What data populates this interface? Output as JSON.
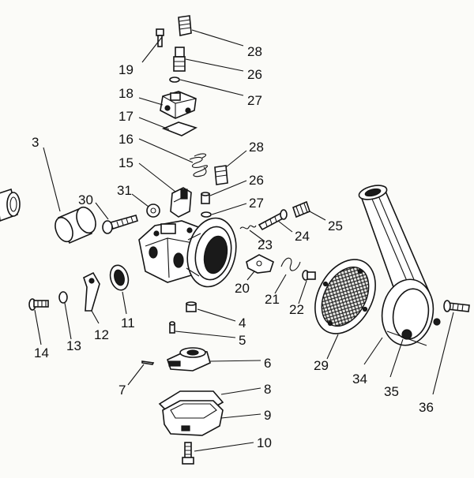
{
  "diagram": {
    "title": "",
    "callouts": [
      {
        "id": "c-28a",
        "label": "28"
      },
      {
        "id": "c-19",
        "label": "19"
      },
      {
        "id": "c-26a",
        "label": "26"
      },
      {
        "id": "c-18",
        "label": "18"
      },
      {
        "id": "c-27a",
        "label": "27"
      },
      {
        "id": "c-17",
        "label": "17"
      },
      {
        "id": "c-16",
        "label": "16"
      },
      {
        "id": "c-28b",
        "label": "28"
      },
      {
        "id": "c-3",
        "label": "3"
      },
      {
        "id": "c-15",
        "label": "15"
      },
      {
        "id": "c-26b",
        "label": "26"
      },
      {
        "id": "c-31",
        "label": "31"
      },
      {
        "id": "c-30",
        "label": "30"
      },
      {
        "id": "c-27b",
        "label": "27"
      },
      {
        "id": "c-25",
        "label": "25"
      },
      {
        "id": "c-24",
        "label": "24"
      },
      {
        "id": "c-23",
        "label": "23"
      },
      {
        "id": "c-20",
        "label": "20"
      },
      {
        "id": "c-21",
        "label": "21"
      },
      {
        "id": "c-22",
        "label": "22"
      },
      {
        "id": "c-11",
        "label": "11"
      },
      {
        "id": "c-12",
        "label": "12"
      },
      {
        "id": "c-13",
        "label": "13"
      },
      {
        "id": "c-14",
        "label": "14"
      },
      {
        "id": "c-4",
        "label": "4"
      },
      {
        "id": "c-5",
        "label": "5"
      },
      {
        "id": "c-6",
        "label": "6"
      },
      {
        "id": "c-7",
        "label": "7"
      },
      {
        "id": "c-8",
        "label": "8"
      },
      {
        "id": "c-9",
        "label": "9"
      },
      {
        "id": "c-10",
        "label": "10"
      },
      {
        "id": "c-29",
        "label": "29"
      },
      {
        "id": "c-34",
        "label": "34"
      },
      {
        "id": "c-35",
        "label": "35"
      },
      {
        "id": "c-36",
        "label": "36"
      }
    ]
  }
}
